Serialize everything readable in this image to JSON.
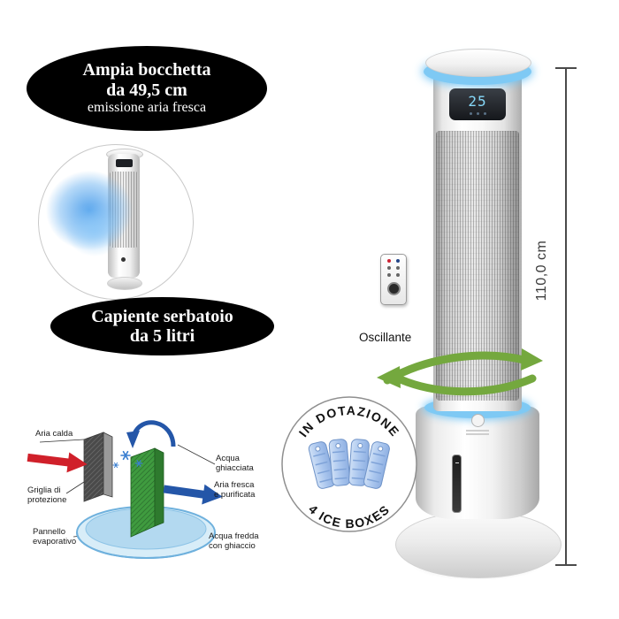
{
  "badges": {
    "nozzle": {
      "line1": "Ampia bocchetta",
      "line2": "da 49,5 cm",
      "line3": "emissione aria fresca"
    },
    "tank": {
      "line1": "Capiente serbatoio",
      "line2": "da 5 litri"
    }
  },
  "diagram": {
    "aria_calda": "Aria calda",
    "griglia_line1": "Griglia di",
    "griglia_line2": "protezione",
    "pannello_line1": "Pannello",
    "pannello_line2": "evaporativo",
    "acqua_ghiacciata_line1": "Acqua",
    "acqua_ghiacciata_line2": "ghiacciata",
    "aria_fresca_line1": "Aria fresca",
    "aria_fresca_line2": "e purificata",
    "acqua_fredda_line1": "Acqua fredda",
    "acqua_fredda_line2": "con ghiaccio"
  },
  "product": {
    "display_value": "25",
    "oscillation_label": "Oscillante",
    "height_label": "110,0 cm"
  },
  "ice_badge": {
    "arc_top": "IN DOTAZIONE",
    "arc_bottom": "4 ICE BOXES"
  },
  "colors": {
    "accent_blue": "#7ec9f4",
    "display_digits": "#86d8f8",
    "green_arrow": "#74a83e",
    "red_arrow": "#d0202a",
    "diagram_blue": "#2456a8",
    "ice_pack_fill": "#aac6ee",
    "badge_background": "#000000"
  }
}
